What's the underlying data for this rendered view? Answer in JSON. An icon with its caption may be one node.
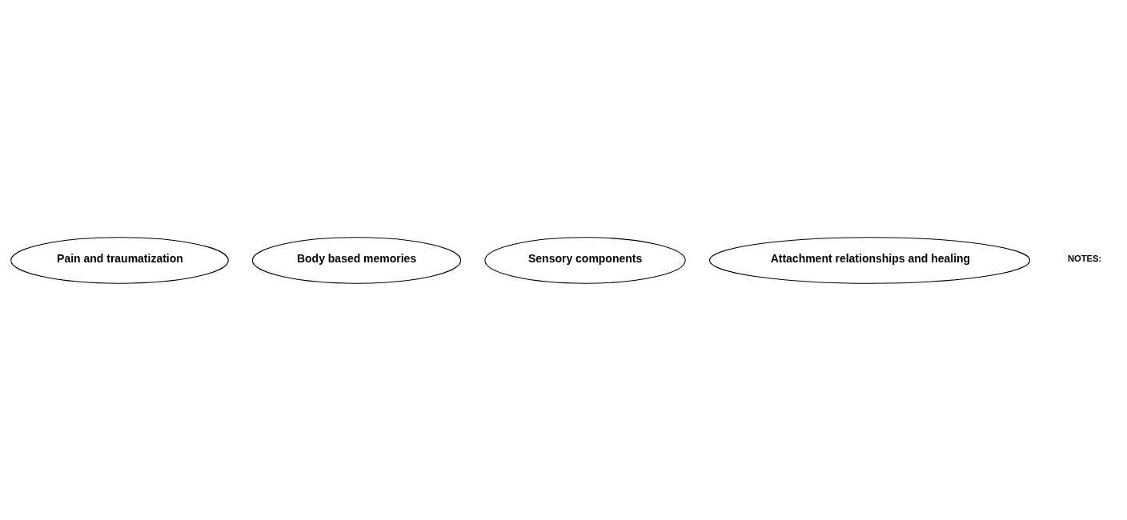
{
  "diagram": {
    "nodes": [
      {
        "text": [
          "Pain and traumatization"
        ]
      },
      {
        "text": [
          "Body based memories"
        ]
      },
      {
        "text": [
          "Sensory components"
        ]
      },
      {
        "text": [
          "Attachment relationships and healing"
        ]
      }
    ],
    "edges": [],
    "labels": [
      "NOTES:"
    ]
  }
}
